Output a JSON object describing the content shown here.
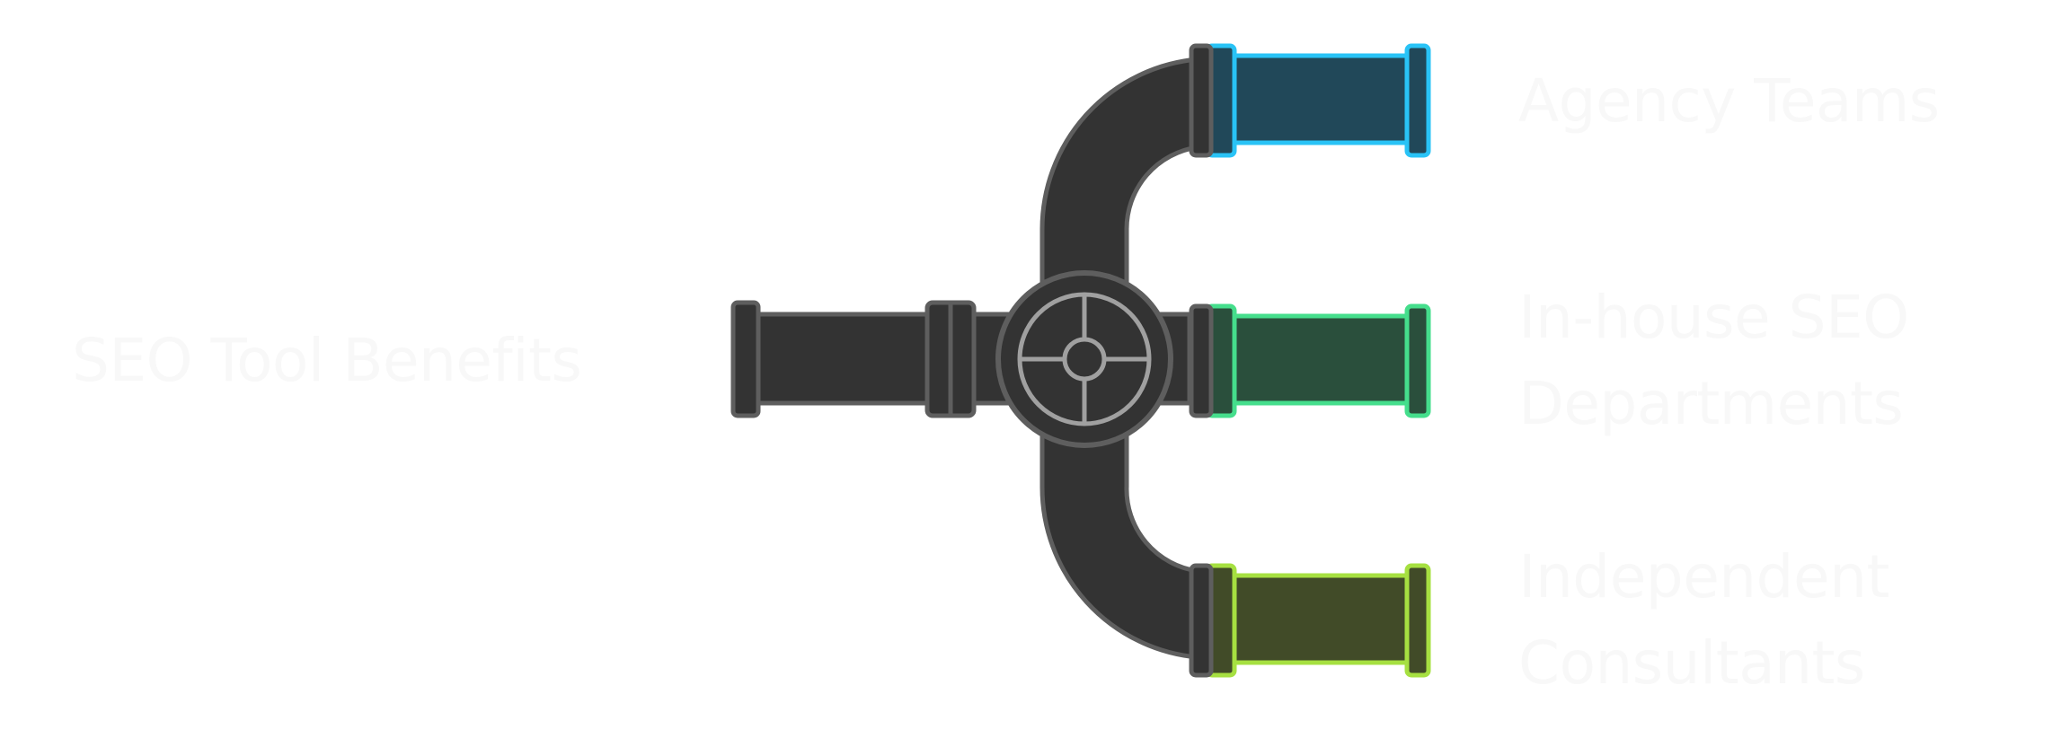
{
  "source": {
    "label": "SEO Tool Benefits"
  },
  "outputs": [
    {
      "label": "Agency Teams",
      "accent": "#29c3f6",
      "fill": "#214859"
    },
    {
      "label": "In-house SEO Departments",
      "label_lines": [
        "In-house SEO",
        "Departments"
      ],
      "accent": "#45de8c",
      "fill": "#2a4f3c"
    },
    {
      "label": "Independent Consultants",
      "label_lines": [
        "Independent",
        "Consultants"
      ],
      "accent": "#a6e041",
      "fill": "#414b28"
    }
  ],
  "colors": {
    "background": "#ffffff",
    "pipe_fill": "#333333",
    "pipe_outline": "#5e5e5e",
    "valve_wheel": "#a0a0a0",
    "label_text": "#f8f8f8"
  }
}
